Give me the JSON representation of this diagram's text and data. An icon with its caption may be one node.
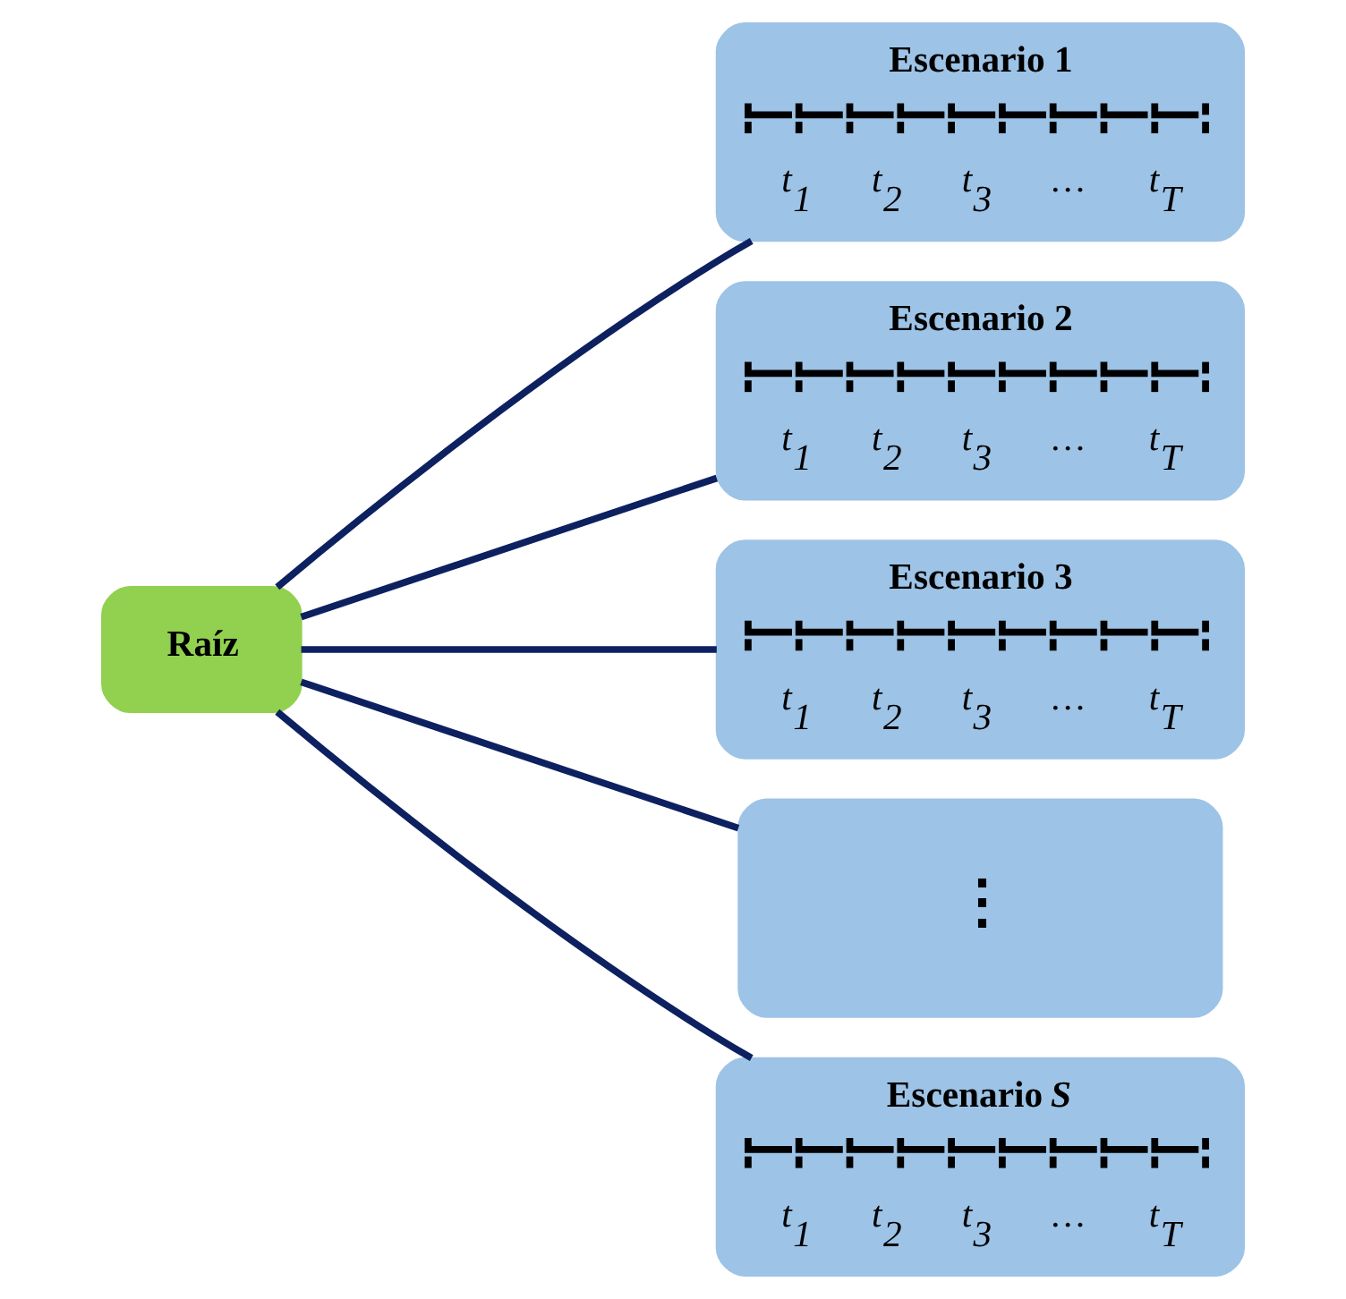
{
  "diagram": {
    "nodes": [
      {
        "text": [
          "Raíz"
        ]
      },
      {
        "text": [
          "Escenario 1",
          "t$_{1}$ t$_{2}$ t$_{3}$ … t$_{T}$"
        ]
      },
      {
        "text": [
          "Escenario 2",
          "t$_{1}$ t$_{2}$ t$_{3}$ … t$_{T}$"
        ]
      },
      {
        "text": [
          "Escenario 3",
          "t$_{1}$ t$_{2}$ t$_{3}$ … t$_{T}$"
        ]
      },
      {
        "text": [
          "⋮"
        ]
      },
      {
        "text": [
          "Escenario *S*",
          "t$_{1}$ t$_{2}$ t$_{3}$ … t$_{T}$"
        ]
      }
    ],
    "edges": [
      {
        "from": 0,
        "to": 1,
        "arrow": "none"
      },
      {
        "from": 0,
        "to": 2,
        "arrow": "none"
      },
      {
        "from": 0,
        "to": 3,
        "arrow": "none"
      },
      {
        "from": 0,
        "to": 4,
        "arrow": "none"
      },
      {
        "from": 0,
        "to": 5,
        "arrow": "none"
      }
    ]
  }
}
